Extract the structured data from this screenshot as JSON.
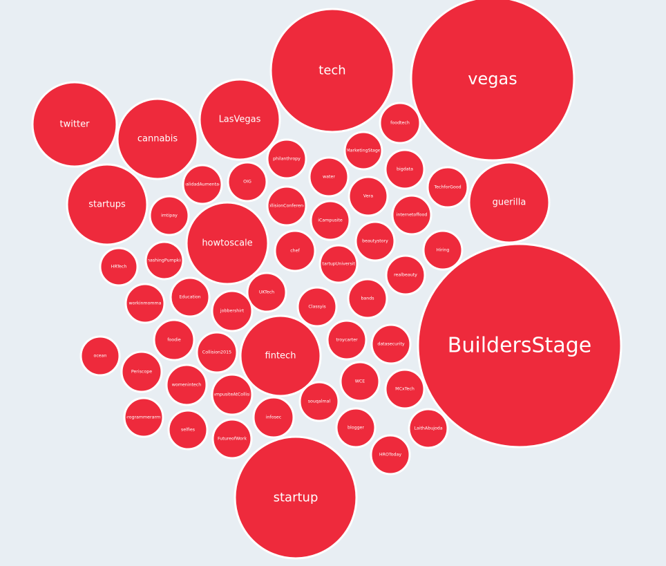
{
  "chart_data": {
    "type": "bubble",
    "bubble_color": "#ee2a3c",
    "border_color": "#ffffff",
    "background_color": "#e8eef3",
    "label_color": "#ffffff",
    "bubbles": [
      {
        "label": "BuildersStage",
        "size": 147
      },
      {
        "label": "vegas",
        "size": 118
      },
      {
        "label": "tech",
        "size": 89
      },
      {
        "label": "startup",
        "size": 88
      },
      {
        "label": "howtoscale",
        "size": 59
      },
      {
        "label": "fintech",
        "size": 58
      },
      {
        "label": "LasVegas",
        "size": 58
      },
      {
        "label": "cannabis",
        "size": 58
      },
      {
        "label": "guerilla",
        "size": 58
      },
      {
        "label": "startups",
        "size": 58
      },
      {
        "label": "twitter",
        "size": 61
      },
      {
        "label": "foodtech",
        "size": 29
      },
      {
        "label": "MarketingStage",
        "size": 27
      },
      {
        "label": "philanthropy",
        "size": 28
      },
      {
        "label": "bigdata",
        "size": 28
      },
      {
        "label": "TechforGood",
        "size": 29
      },
      {
        "label": "water",
        "size": 28
      },
      {
        "label": "RealidadAumentada",
        "size": 28
      },
      {
        "label": "OIG",
        "size": 28
      },
      {
        "label": "Vera",
        "size": 28
      },
      {
        "label": "CollisionConference",
        "size": 28
      },
      {
        "label": "internetoffood",
        "size": 28
      },
      {
        "label": "imtipay",
        "size": 28
      },
      {
        "label": "iCampusite",
        "size": 28
      },
      {
        "label": "beautystory",
        "size": 28
      },
      {
        "label": "Hiring",
        "size": 28
      },
      {
        "label": "chef",
        "size": 29
      },
      {
        "label": "smashingPumpkins",
        "size": 27
      },
      {
        "label": "HRTech",
        "size": 27
      },
      {
        "label": "StartupUniversity",
        "size": 27
      },
      {
        "label": "realbeauty",
        "size": 28
      },
      {
        "label": "UKTech",
        "size": 28
      },
      {
        "label": "workinmomma",
        "size": 28
      },
      {
        "label": "Education",
        "size": 28
      },
      {
        "label": "bands",
        "size": 28
      },
      {
        "label": "jobbershirt",
        "size": 29
      },
      {
        "label": "Classyis",
        "size": 28
      },
      {
        "label": "foodie",
        "size": 29
      },
      {
        "label": "troycarter",
        "size": 28
      },
      {
        "label": "datasecurity",
        "size": 28
      },
      {
        "label": "ocean",
        "size": 28
      },
      {
        "label": "Collision2015",
        "size": 29
      },
      {
        "label": "Periscope",
        "size": 29
      },
      {
        "label": "womenintech",
        "size": 29
      },
      {
        "label": "WCE",
        "size": 28
      },
      {
        "label": "MCxTech",
        "size": 28
      },
      {
        "label": "iCampusiteAtCollision",
        "size": 29
      },
      {
        "label": "souqalmal",
        "size": 28
      },
      {
        "label": "programmerarmy",
        "size": 28
      },
      {
        "label": "selfies",
        "size": 28
      },
      {
        "label": "infosec",
        "size": 29
      },
      {
        "label": "blogger",
        "size": 28
      },
      {
        "label": "LaithAbujoda",
        "size": 28
      },
      {
        "label": "FutureofWork",
        "size": 28
      },
      {
        "label": "HROToday",
        "size": 28
      }
    ]
  }
}
